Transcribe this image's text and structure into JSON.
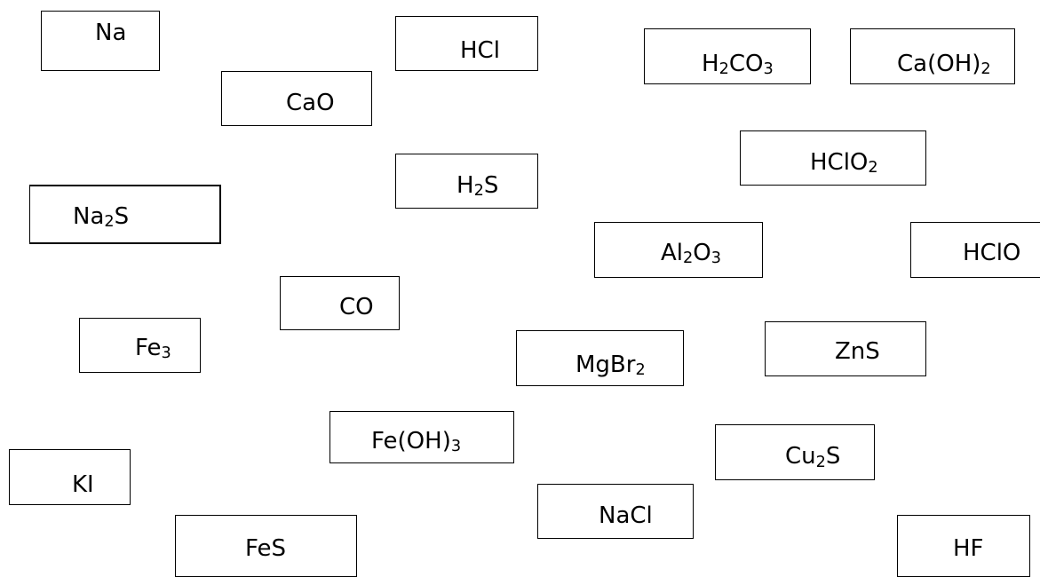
{
  "formulas": {
    "na": {
      "main": "Na"
    },
    "hcl": {
      "main": "HCl"
    },
    "h2co3": {
      "p1": "H",
      "s1": "2",
      "p2": "CO",
      "s2": "3"
    },
    "caoh2": {
      "p1": "Ca(OH)",
      "s1": "2"
    },
    "cao": {
      "main": "CaO"
    },
    "hclo2": {
      "p1": "HClO",
      "s1": "2"
    },
    "h2s": {
      "p1": "H",
      "s1": "2",
      "p2": "S"
    },
    "na2s": {
      "p1": "Na",
      "s1": "2",
      "p2": "S"
    },
    "al2o3": {
      "p1": "Al",
      "s1": "2",
      "p2": "O",
      "s2": "3"
    },
    "hclo": {
      "main": "HClO"
    },
    "co": {
      "main": "CO"
    },
    "fe3": {
      "p1": "Fe",
      "s1": "3"
    },
    "mgbr2": {
      "p1": "MgBr",
      "s1": "2"
    },
    "zns": {
      "main": "ZnS"
    },
    "feoh3": {
      "p1": "Fe(OH)",
      "s1": "3"
    },
    "cu2s": {
      "p1": "Cu",
      "s1": "2",
      "p2": "S"
    },
    "ki": {
      "main": "KI"
    },
    "nacl": {
      "main": "NaCl"
    },
    "fes": {
      "main": "FeS"
    },
    "hf": {
      "main": "HF"
    }
  },
  "colors": {
    "border": "#000000",
    "text": "#000000",
    "background": "#ffffff"
  }
}
